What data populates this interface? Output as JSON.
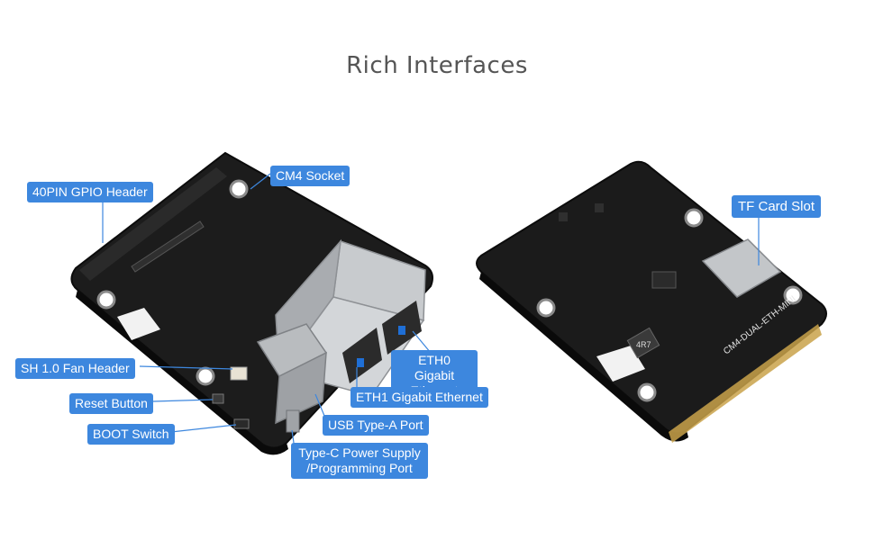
{
  "title": "Rich Interfaces",
  "labels": {
    "gpio": "40PIN GPIO Header",
    "cm4": "CM4 Socket",
    "fan": "SH 1.0 Fan Header",
    "reset": "Reset Button",
    "boot": "BOOT Switch",
    "eth0_line1": "ETH0 Gigabit",
    "eth0_line2": "Ethernet",
    "eth1": "ETH1 Gigabit Ethernet",
    "usb": "USB Type-A Port",
    "typec_line1": "Type-C Power Supply",
    "typec_line2": "/Programming Port",
    "tf": "TF Card Slot"
  },
  "board_silkscreen": {
    "model": "CM4-DUAL-ETH-MINI",
    "inductor": "4R7"
  },
  "colors": {
    "label_bg": "#3d87de",
    "board": "#1b1b1b",
    "metal": "#b9bcbf",
    "gold": "#c9a24a"
  }
}
